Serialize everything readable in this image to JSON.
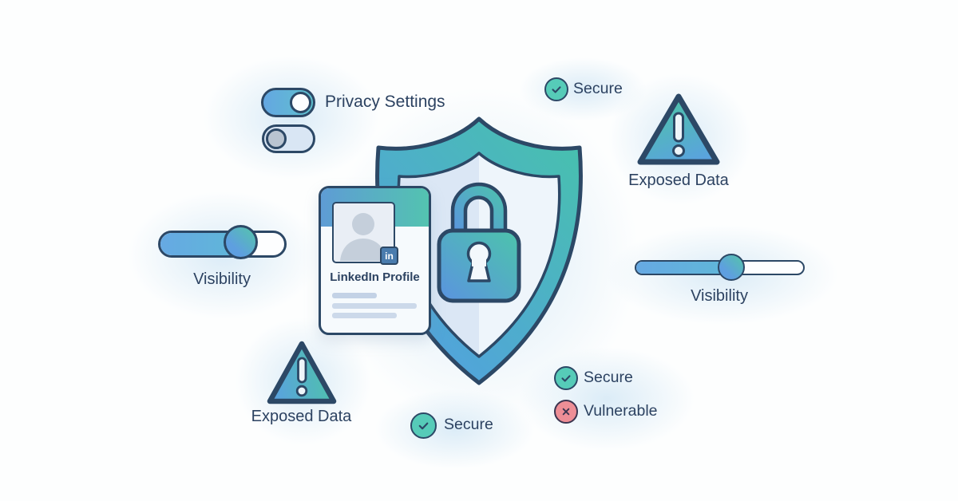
{
  "toggles": {
    "label": "Privacy Settings",
    "items": [
      {
        "name": "toggle-1",
        "state": "on"
      },
      {
        "name": "toggle-2",
        "state": "off"
      }
    ]
  },
  "statuses": {
    "top": {
      "label": "Secure",
      "state": "secure"
    },
    "bottom_center": {
      "label": "Secure",
      "state": "secure"
    },
    "bottom_right_secure": {
      "label": "Secure",
      "state": "secure"
    },
    "bottom_right_vulnerable": {
      "label": "Vulnerable",
      "state": "vulnerable"
    }
  },
  "warnings": {
    "top_right": {
      "label": "Exposed Data"
    },
    "bottom_left": {
      "label": "Exposed Data"
    }
  },
  "sliders": {
    "left": {
      "label": "Visibility",
      "value_pct": 64
    },
    "right": {
      "label": "Visibility",
      "value_pct": 56
    }
  },
  "card": {
    "title": "LinkedIn Profile",
    "logo_text": "in"
  },
  "icons": {
    "secure": "check-circle",
    "vulnerable": "x-circle",
    "warning": "exclamation-triangle",
    "center": "shield-with-padlock",
    "profile": "person-avatar"
  },
  "colors": {
    "outline_navy": "#2c4866",
    "text_navy": "#2c4261",
    "blue": "#5ea4e0",
    "teal": "#4ec3ac",
    "secure_fill": "#56cbb8",
    "vulnerable_fill": "#ee8e96",
    "toggle_off_fill": "#d9e6f4",
    "card_bg": "#f6fafd",
    "inner_shield_left": "#dbe7f5",
    "inner_shield_right": "#eef5fb"
  }
}
